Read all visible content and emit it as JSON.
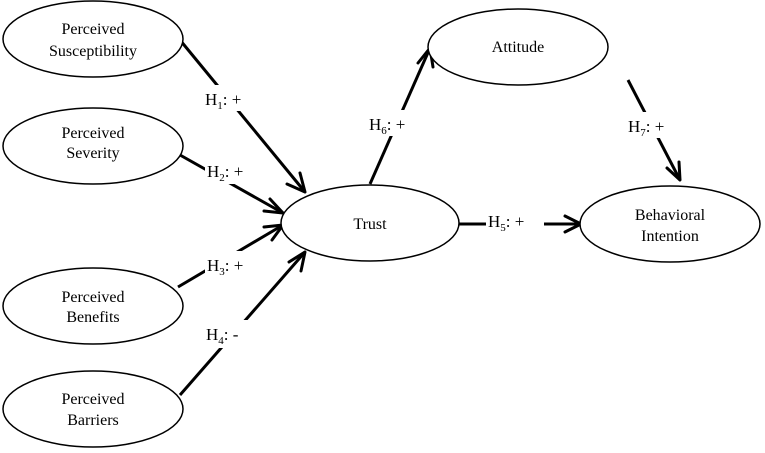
{
  "diagram": {
    "nodes": {
      "susceptibility": {
        "lines": [
          "Perceived",
          "Susceptibility"
        ]
      },
      "severity": {
        "lines": [
          "Perceived",
          "Severity"
        ]
      },
      "benefits": {
        "lines": [
          "Perceived",
          "Benefits"
        ]
      },
      "barriers": {
        "lines": [
          "Perceived",
          "Barriers"
        ]
      },
      "trust": {
        "lines": [
          "Trust"
        ]
      },
      "attitude": {
        "lines": [
          "Attitude"
        ]
      },
      "intention": {
        "lines": [
          "Behavioral",
          "Intention"
        ]
      }
    },
    "edges": [
      {
        "from": "susceptibility",
        "to": "trust",
        "label": "H",
        "sub": "1",
        "sign": ": +"
      },
      {
        "from": "severity",
        "to": "trust",
        "label": "H",
        "sub": "2",
        "sign": ": +"
      },
      {
        "from": "benefits",
        "to": "trust",
        "label": "H",
        "sub": "3",
        "sign": ": +"
      },
      {
        "from": "barriers",
        "to": "trust",
        "label": "H",
        "sub": "4",
        "sign": ": -"
      },
      {
        "from": "trust",
        "to": "intention",
        "label": "H",
        "sub": "5",
        "sign": ": +"
      },
      {
        "from": "trust",
        "to": "attitude",
        "label": "H",
        "sub": "6",
        "sign": ": +"
      },
      {
        "from": "attitude",
        "to": "intention",
        "label": "H",
        "sub": "7",
        "sign": ": +"
      }
    ]
  }
}
